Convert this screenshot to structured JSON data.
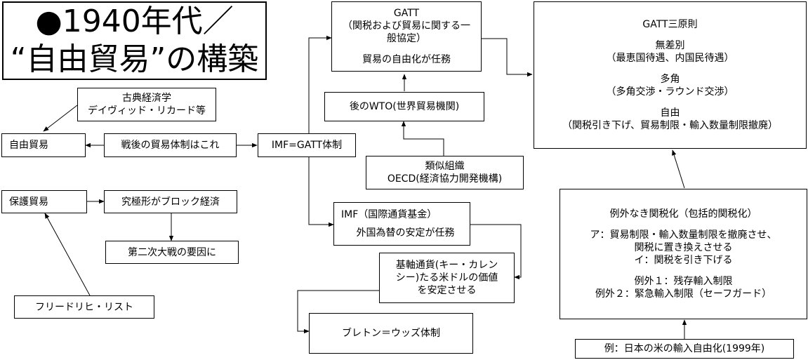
{
  "title": {
    "line1": "●1940年代／",
    "line2": "“自由貿易”の構築"
  },
  "gatt": {
    "name": "GATT",
    "full_1": "（関税および貿易に関する一",
    "full_2": "般協定）",
    "task": "貿易の自由化が任務"
  },
  "principles": {
    "heading": "GATT三原則",
    "p1_name": "無差別",
    "p1_desc": "（最恵国待遇、内国民待遇）",
    "p2_name": "多角",
    "p2_desc": "（多角交渉・ラウンド交渉）",
    "p3_name": "自由",
    "p3_desc": "（関税引き下げ、貿易制限・輸入数量制限撤廃）"
  },
  "classical": {
    "line1": "古典経済学",
    "line2": "デイヴィッド・リカード等"
  },
  "free_trade": "自由貿易",
  "postwar": "戦後の貿易体制はこれ",
  "imf_gatt": "IMF=GATT体制",
  "wto": "後のWTO(世界貿易機関)",
  "oecd": {
    "line1": "類似組織",
    "line2": "OECD(経済協力開発機構)"
  },
  "protection": "保護貿易",
  "bloc": "究極形がブロック経済",
  "ww2": "第二次大戦の要因に",
  "imf": {
    "name": "IMF（国際通貨基金）",
    "task": "外国為替の安定が任務"
  },
  "key_currency": {
    "line1": "基軸通貨(キー・カレン",
    "line2": "シー)たる米ドルの価値",
    "line3": "を安定させる"
  },
  "list": "フリードリヒ・リスト",
  "bretton": "ブレトン＝ウッズ体制",
  "tariffication": {
    "heading": "例外なき関税化（包括的関税化）",
    "a1": "ア：貿易制限・輸入数量制限を撤廃させ、",
    "a2": "関税に置き換えさせる",
    "i": "イ：関税を引き下げる",
    "ex1": "例外１：残存輸入制限",
    "ex2": "例外２：緊急輸入制限（セーフガード）"
  },
  "japan_rice": "例：日本の米の輸入自由化(1999年)"
}
